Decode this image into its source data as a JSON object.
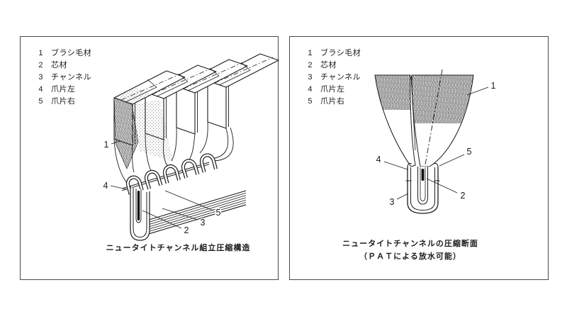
{
  "window": {
    "background": "#ffffff",
    "line_color": "#1b1b1b",
    "border_color": "#4a4a4a"
  },
  "panels": {
    "left": {
      "legend": [
        {
          "num": "1",
          "label": "ブラシ毛材"
        },
        {
          "num": "2",
          "label": "芯材"
        },
        {
          "num": "3",
          "label": "チャンネル"
        },
        {
          "num": "4",
          "label": "爪片左"
        },
        {
          "num": "5",
          "label": "爪片右"
        }
      ],
      "callouts": [
        "1",
        "4",
        "5",
        "3",
        "2"
      ],
      "caption": "ニュータイトチャンネル組立圧縮構造"
    },
    "right": {
      "legend": [
        {
          "num": "1",
          "label": "ブラシ毛材"
        },
        {
          "num": "2",
          "label": "芯材"
        },
        {
          "num": "3",
          "label": "チャンネル"
        },
        {
          "num": "4",
          "label": "爪片左"
        },
        {
          "num": "5",
          "label": "爪片右"
        }
      ],
      "callouts": [
        "1",
        "4",
        "5",
        "2",
        "3"
      ],
      "caption_line1": "ニュータイトチャンネルの圧縮断面",
      "caption_line2": "（ＰＡＴによる放水可能）"
    }
  }
}
